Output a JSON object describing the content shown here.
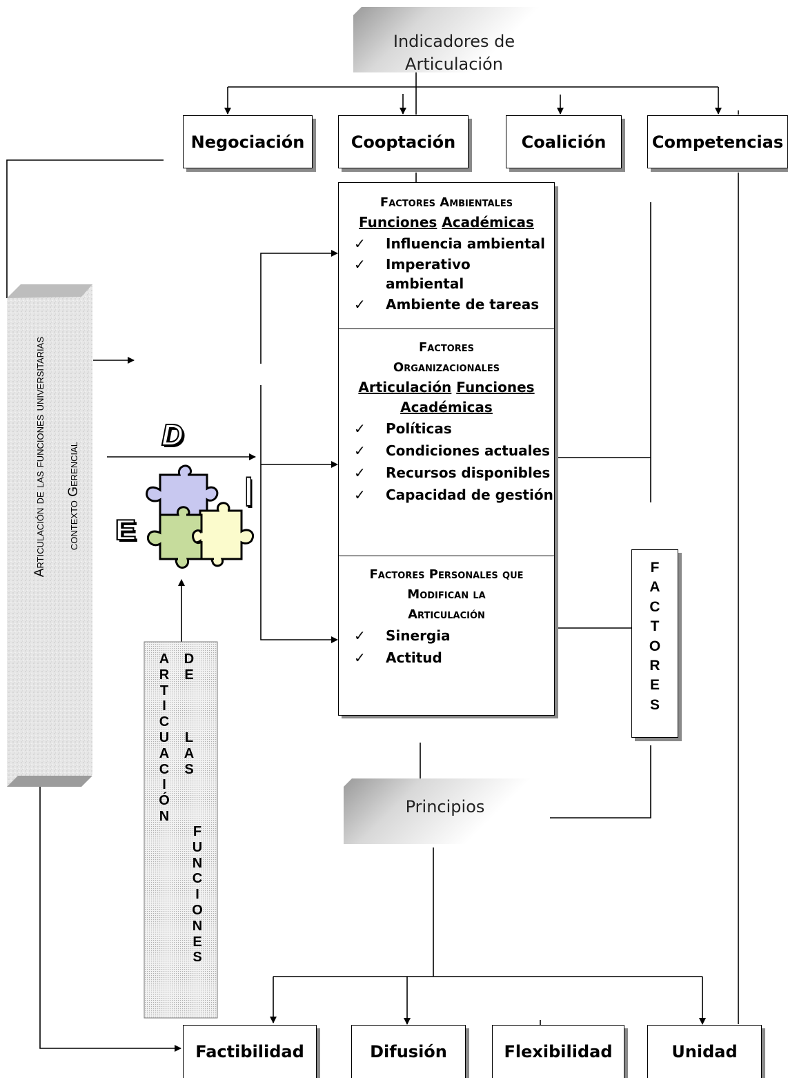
{
  "diagram": {
    "top_title": [
      "Indicadores de",
      "Articulación"
    ],
    "indicators": [
      "Negociación",
      "Cooptación",
      "Coalición",
      "Competencias"
    ],
    "side_panel": [
      "Articulación de las funciones universitarias",
      "contexto Gerencial"
    ],
    "factors_ambientales": {
      "heading": "Factores Ambientales",
      "subheading": [
        "Funciones",
        "Académicas"
      ],
      "items": [
        "Influencia ambiental",
        "Imperativo",
        "ambiental",
        "Ambiente de tareas"
      ]
    },
    "factors_organizacionales": {
      "heading": [
        "Factores",
        "Organizacionales"
      ],
      "subheading": [
        "Articulación",
        "Funciones",
        "Académicas"
      ],
      "items": [
        "Políticas",
        "Condiciones actuales",
        "Recursos disponibles",
        "Capacidad de gestión"
      ]
    },
    "factors_personales": {
      "heading": [
        "Factores Personales que",
        "Modifican la",
        "Articulación"
      ],
      "items": [
        "Sinergia",
        "Actitud"
      ]
    },
    "check_symbol": "✓",
    "factores_vertical": "FACTORES",
    "articulacion_vertical": [
      "ARTICUACIÓN",
      "DE",
      "LAS",
      "FUNCIONES"
    ],
    "puzzle_letters": [
      "D",
      "I",
      "E"
    ],
    "principles_title": "Principios",
    "principles": [
      "Factibilidad",
      "Difusión",
      "Flexibilidad",
      "Unidad"
    ],
    "colors": {
      "puzzle_blue": "#c8c8f0",
      "puzzle_green": "#c6dc9c",
      "puzzle_yellow": "#fbfbcc",
      "shadow": "#8a8a8a"
    }
  }
}
